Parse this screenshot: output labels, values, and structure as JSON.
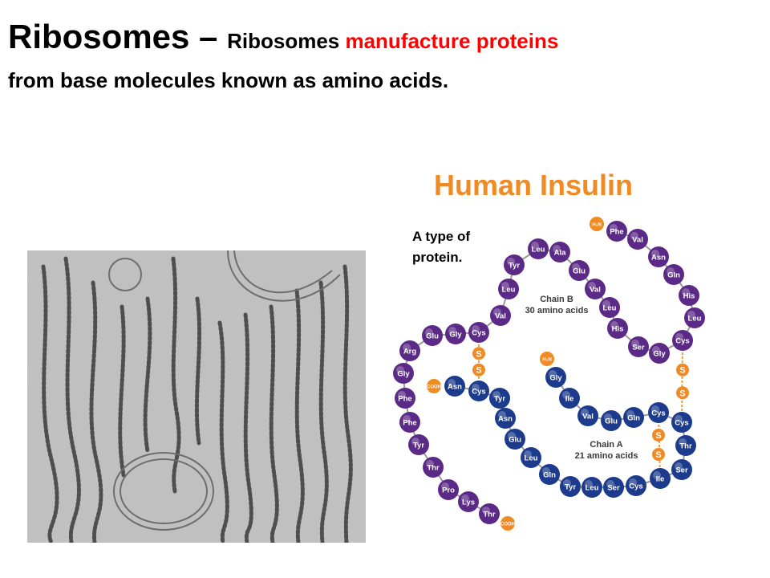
{
  "slide": {
    "heading": "Ribosomes",
    "dash": " – ",
    "intro": "Ribosomes ",
    "highlight": "manufacture proteins",
    "rest": "from base molecules known as amino acids.",
    "colors": {
      "highlight": "#ff0000",
      "insulin_title": "#f08a24"
    }
  },
  "figure": {
    "title": "Human Insulin",
    "caption": "A type of protein.",
    "chain_b": {
      "label": "Chain B",
      "sublabel": "30 amino acids",
      "color": "#5b2a86",
      "start_label": "H₂N",
      "end_label": "COOH",
      "residues": [
        "Phe",
        "Val",
        "Asn",
        "Gln",
        "His",
        "Leu",
        "Cys",
        "Gly",
        "Ser",
        "His",
        "Leu",
        "Val",
        "Glu",
        "Ala",
        "Leu",
        "Tyr",
        "Leu",
        "Val",
        "Cys",
        "Gly",
        "Glu",
        "Arg",
        "Gly",
        "Phe",
        "Phe",
        "Tyr",
        "Thr",
        "Pro",
        "Lys",
        "Thr"
      ]
    },
    "chain_a": {
      "label": "Chain A",
      "sublabel": "21 amino acids",
      "color": "#1c3b8c",
      "start_label": "H₂N",
      "end_label": "COOH",
      "residues": [
        "Gly",
        "Ile",
        "Val",
        "Glu",
        "Gln",
        "Cys",
        "Cys",
        "Thr",
        "Ser",
        "Ile",
        "Cys",
        "Ser",
        "Leu",
        "Tyr",
        "Gln",
        "Leu",
        "Glu",
        "Asn",
        "Tyr",
        "Cys",
        "Asn"
      ]
    },
    "disulfide": "S"
  }
}
